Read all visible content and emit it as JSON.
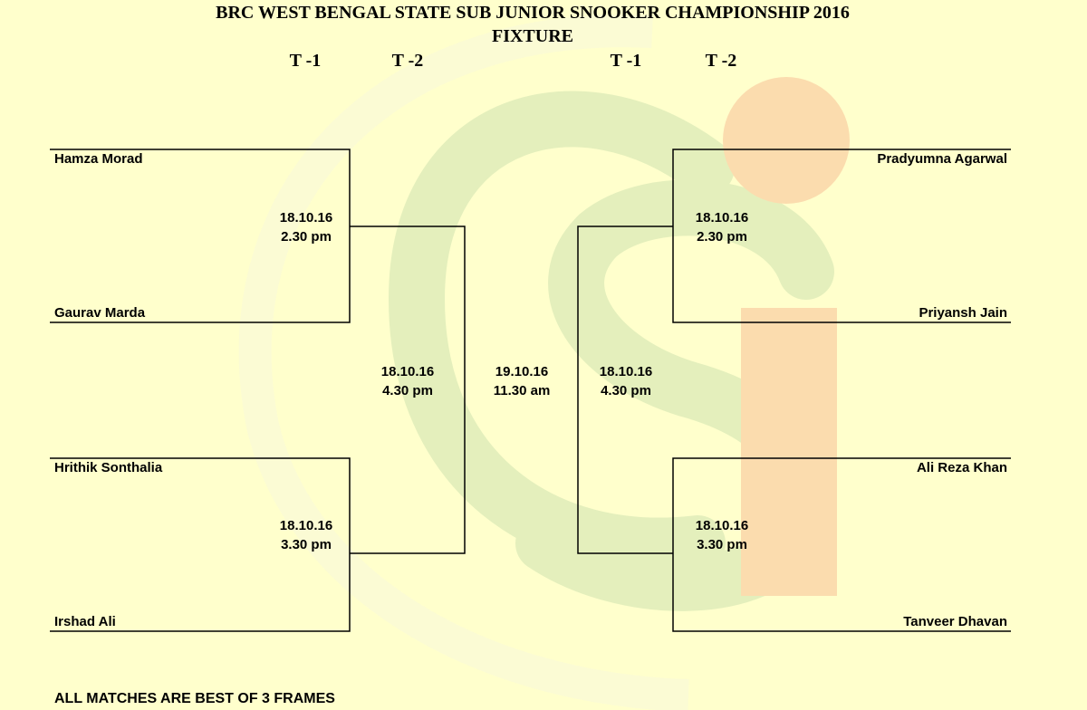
{
  "header": {
    "title": "BRC WEST BENGAL STATE SUB JUNIOR SNOOKER CHAMPIONSHIP 2016",
    "subtitle": "FIXTURE"
  },
  "rounds": {
    "left_round_1": "T -1",
    "left_round_2": "T -2",
    "right_round_1": "T -1",
    "right_round_2": "T -2"
  },
  "left_bracket": {
    "players": [
      "Hamza Morad",
      "Gaurav Marda",
      "Hrithik Sonthalia",
      "Irshad Ali"
    ],
    "match_1": {
      "date": "18.10.16",
      "time": "2.30 pm"
    },
    "match_2": {
      "date": "18.10.16",
      "time": "3.30 pm"
    },
    "semi": {
      "date": "18.10.16",
      "time": "4.30 pm"
    }
  },
  "right_bracket": {
    "players": [
      "Pradyumna Agarwal",
      "Priyansh Jain",
      "Ali Reza Khan",
      "Tanveer Dhavan"
    ],
    "match_1": {
      "date": "18.10.16",
      "time": "2.30 pm"
    },
    "match_2": {
      "date": "18.10.16",
      "time": "3.30 pm"
    },
    "semi": {
      "date": "18.10.16",
      "time": "4.30 pm"
    }
  },
  "final": {
    "date": "19.10.16",
    "time": "11.30 am"
  },
  "footer": {
    "note": "ALL MATCHES ARE BEST OF 3 FRAMES"
  },
  "watermark": {
    "icon": "csi-logo-watermark",
    "colors": {
      "green": "#dfeeb8",
      "orange": "#fbdcae",
      "background": "#ffffcc"
    }
  }
}
